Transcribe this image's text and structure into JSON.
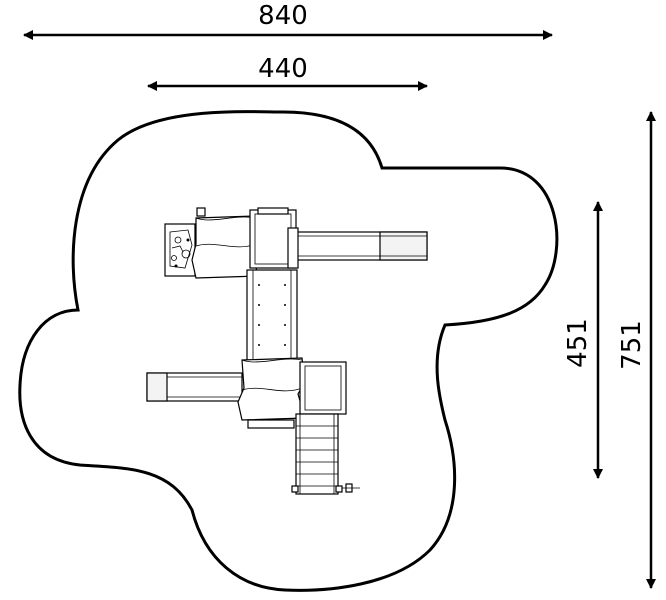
{
  "dimensions": {
    "overall_width": "840",
    "inner_width": "440",
    "inner_height": "451",
    "overall_height": "751"
  },
  "colors": {
    "line": "#000000",
    "background": "#ffffff",
    "slide_fill": "#f3f3f3"
  }
}
